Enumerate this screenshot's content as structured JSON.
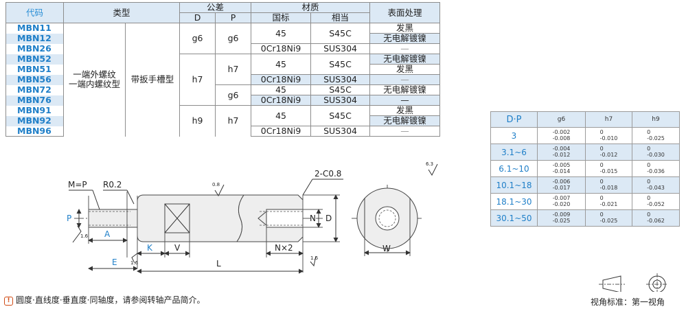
{
  "spec_table": {
    "headers": {
      "code": "代码",
      "type": "类型",
      "tolerance": "公差",
      "tol_d": "D",
      "tol_p": "P",
      "material": "材质",
      "mat_gb": "国标",
      "mat_eq": "相当",
      "surface": "表面处理"
    },
    "codes": [
      "MBN11",
      "MBN12",
      "MBN26",
      "MBN52",
      "MBN51",
      "MBN56",
      "MBN72",
      "MBN76",
      "MBN91",
      "MBN92",
      "MBN96"
    ],
    "type_a": [
      "一端外螺纹",
      "一端内螺纹型"
    ],
    "type_b": "带扳手槽型",
    "tol_d": [
      "g6",
      "h7",
      "h9"
    ],
    "tol_p": [
      "g6",
      "h7",
      "g6",
      "h7"
    ],
    "mat_gb": [
      "45",
      "0Cr18Ni9",
      "45",
      "0Cr18Ni9",
      "45",
      "0Cr18Ni9",
      "45",
      "0Cr18Ni9"
    ],
    "mat_eq": [
      "S45C",
      "SUS304",
      "S45C",
      "SUS304",
      "S45C",
      "SUS304",
      "S45C",
      "SUS304"
    ],
    "surface": [
      "发黑",
      "无电解镀镍",
      "—",
      "无电解镀镍",
      "发黑",
      "—",
      "无电解镀镍",
      "—",
      "发黑",
      "无电解镀镍",
      "—"
    ]
  },
  "tolerance_table": {
    "header": [
      "D·P",
      "g6",
      "h7",
      "h9"
    ],
    "rows": [
      {
        "size": "3",
        "g6": [
          "-0.002",
          "-0.008"
        ],
        "h7": [
          "0",
          "-0.010"
        ],
        "h9": [
          "0",
          "-0.025"
        ]
      },
      {
        "size": "3.1~6",
        "g6": [
          "-0.004",
          "-0.012"
        ],
        "h7": [
          "0",
          "-0.012"
        ],
        "h9": [
          "0",
          "-0.030"
        ]
      },
      {
        "size": "6.1~10",
        "g6": [
          "-0.005",
          "-0.014"
        ],
        "h7": [
          "0",
          "-0.015"
        ],
        "h9": [
          "0",
          "-0.036"
        ]
      },
      {
        "size": "10.1~18",
        "g6": [
          "-0.006",
          "-0.017"
        ],
        "h7": [
          "0",
          "-0.018"
        ],
        "h9": [
          "0",
          "-0.043"
        ]
      },
      {
        "size": "18.1~30",
        "g6": [
          "-0.007",
          "-0.020"
        ],
        "h7": [
          "0",
          "-0.021"
        ],
        "h9": [
          "0",
          "-0.052"
        ]
      },
      {
        "size": "30.1~50",
        "g6": [
          "-0.009",
          "-0.025"
        ],
        "h7": [
          "0",
          "-0.025"
        ],
        "h9": [
          "0",
          "-0.062"
        ]
      }
    ]
  },
  "drawing": {
    "m_eq_p": "M=P",
    "r02": "R0.2",
    "c08": "2-C0.8",
    "rough_08": "0.8",
    "rough_63": "6.3",
    "rough_16": "1.6",
    "p": "P",
    "a": "A",
    "e": "E",
    "k": "K",
    "v": "V",
    "l": "L",
    "n2": "N×2",
    "n": "N",
    "d": "D",
    "w": "W"
  },
  "note": "圆度·直线度·垂直度·同轴度，请参阅转轴产品简介。",
  "view_standard": "视角标准：第一视角",
  "colors": {
    "header_bg": "#dce9f5",
    "code_blue": "#1f7fc8",
    "note_icon": "#d04a14"
  }
}
